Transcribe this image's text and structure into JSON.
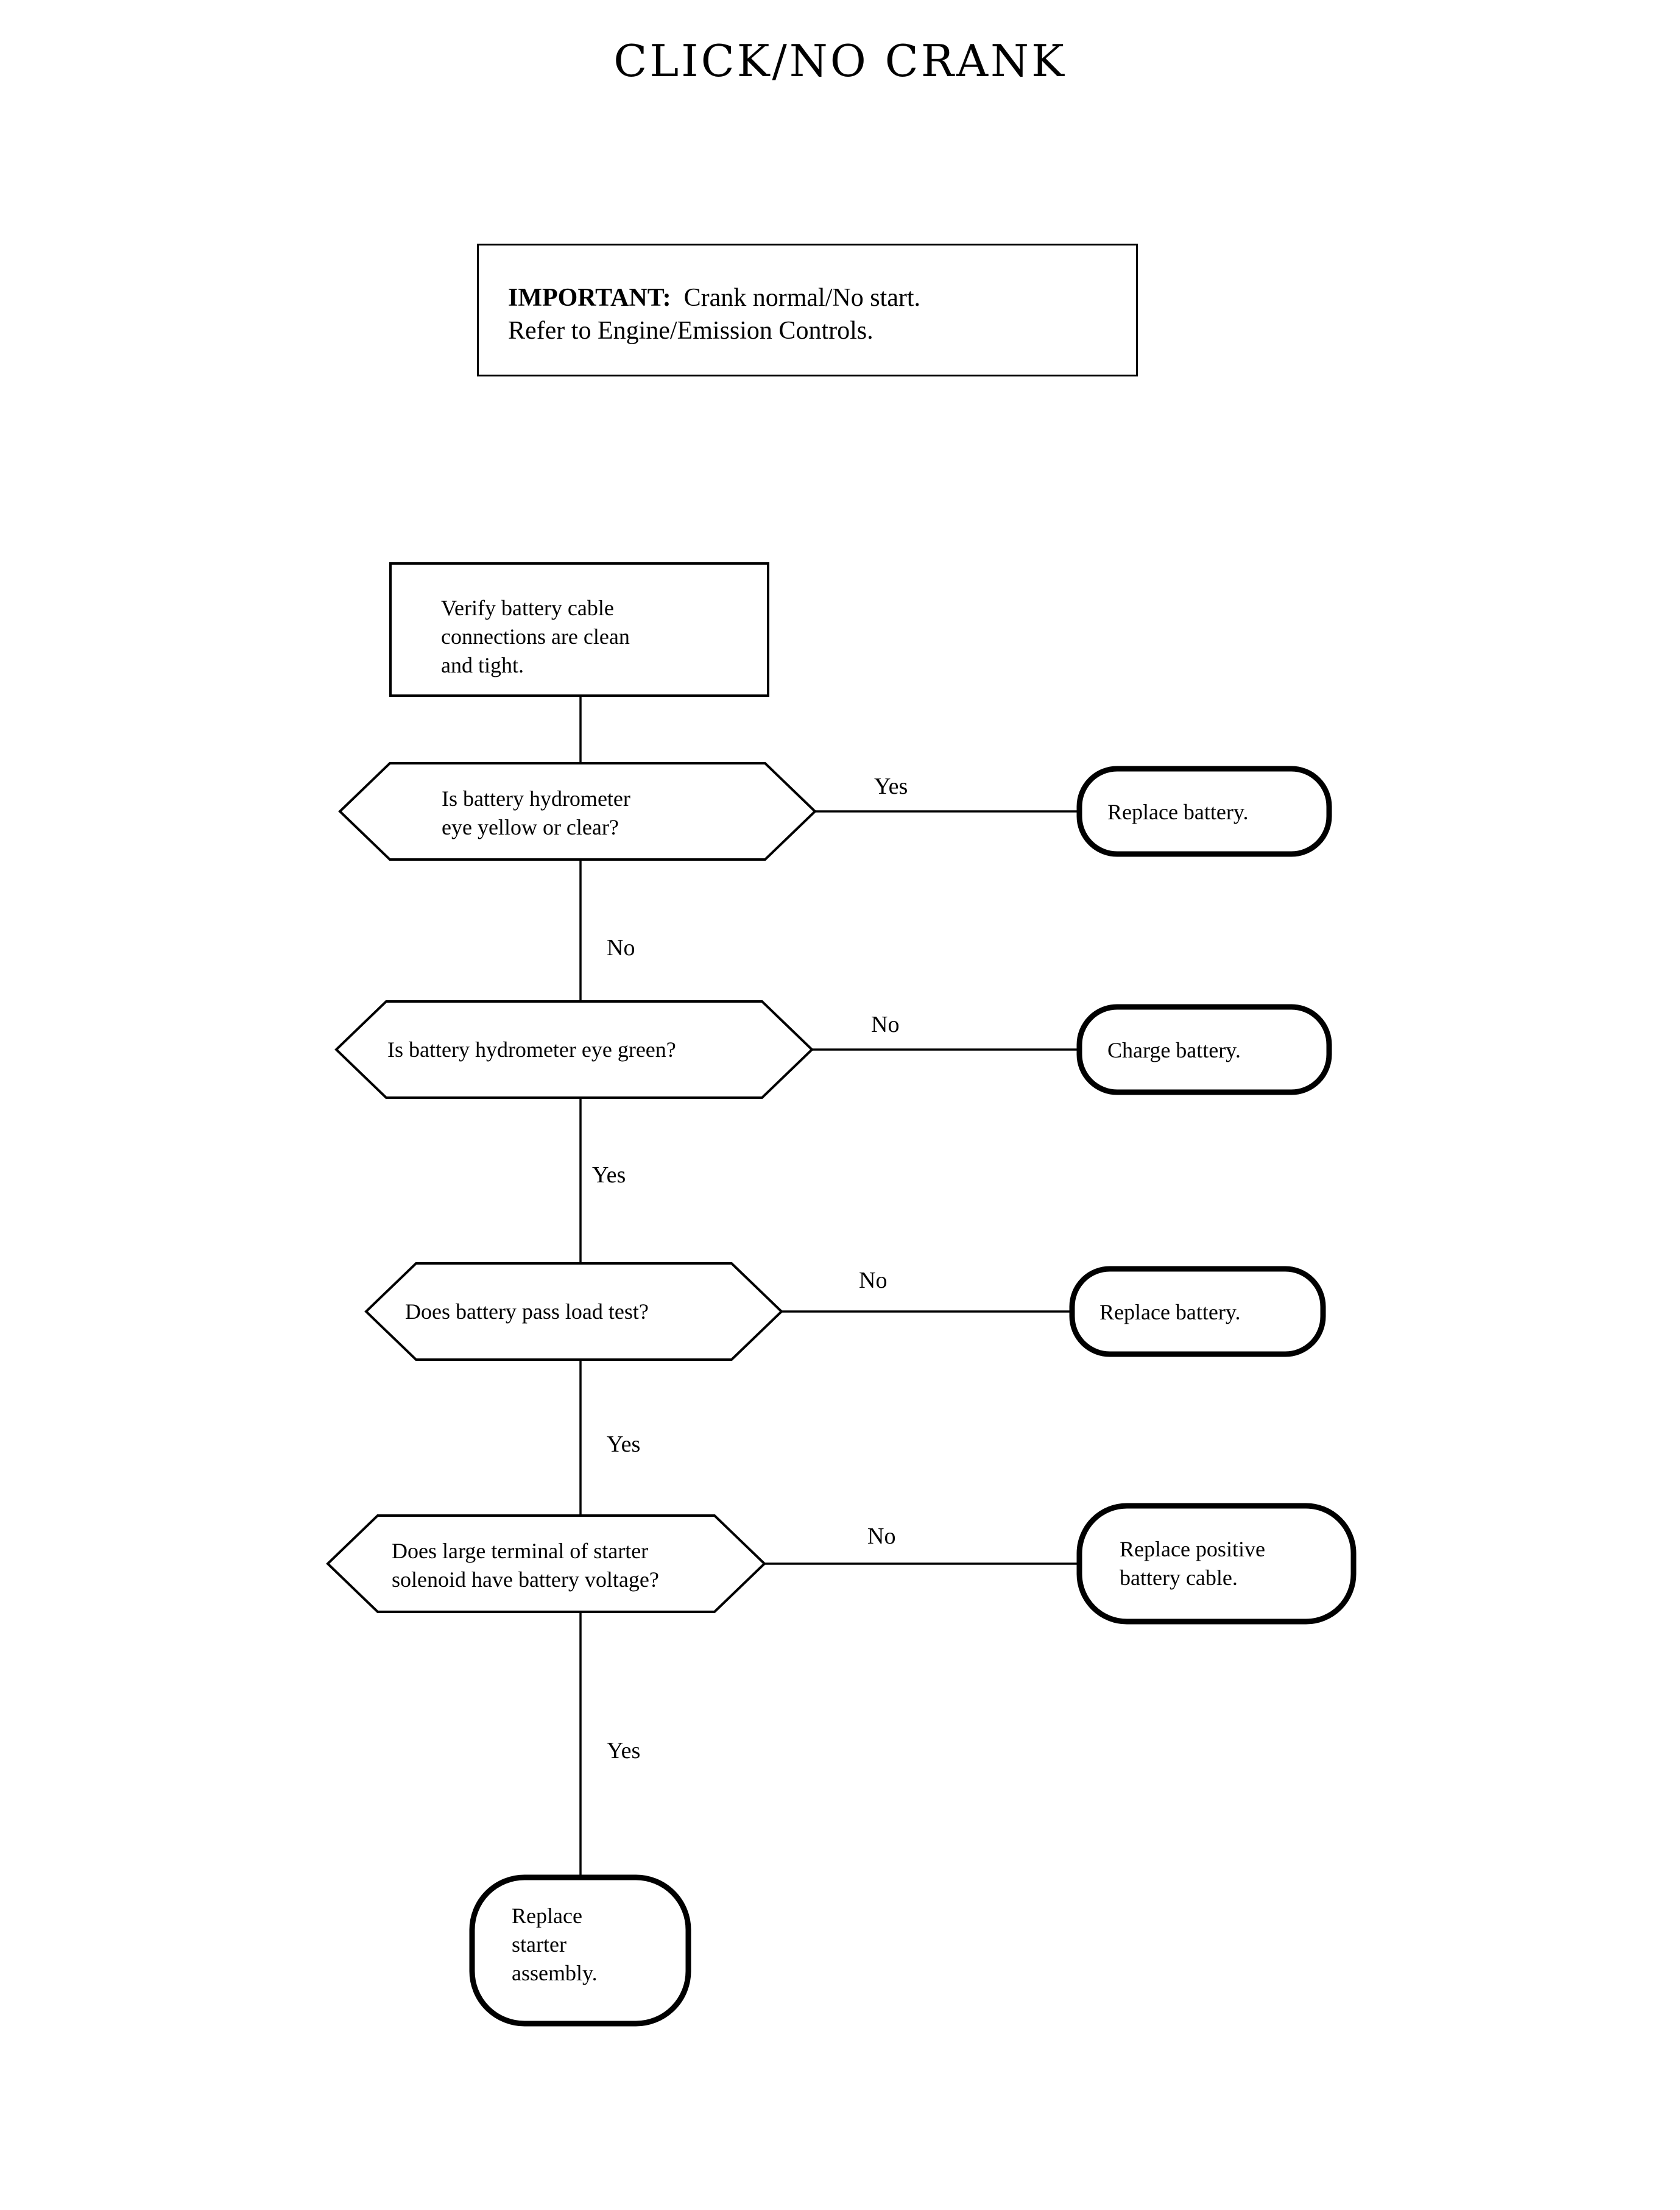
{
  "page": {
    "title": "CLICK/NO CRANK",
    "background": "#ffffff",
    "ink": "#000000"
  },
  "important_note": {
    "label": "IMPORTANT:",
    "line1": "Crank normal/No start.",
    "line2": "Refer to Engine/Emission Controls."
  },
  "chart_data": {
    "type": "diagram",
    "diagram_kind": "flowchart",
    "title": "CLICK/NO CRANK",
    "orientation": "top-to-bottom",
    "nodes": [
      {
        "id": "n1",
        "shape": "process",
        "text": "Verify battery cable\nconnections are clean\nand tight."
      },
      {
        "id": "d1",
        "shape": "decision",
        "text": "Is battery hydrometer\neye yellow or clear?"
      },
      {
        "id": "t1",
        "shape": "terminal",
        "text": "Replace battery."
      },
      {
        "id": "d2",
        "shape": "decision",
        "text": "Is battery hydrometer eye green?"
      },
      {
        "id": "t2",
        "shape": "terminal",
        "text": "Charge battery."
      },
      {
        "id": "d3",
        "shape": "decision",
        "text": "Does battery pass load test?"
      },
      {
        "id": "t3",
        "shape": "terminal",
        "text": "Replace battery."
      },
      {
        "id": "d4",
        "shape": "decision",
        "text": "Does large terminal of starter\nsolenoid have battery voltage?"
      },
      {
        "id": "t4",
        "shape": "terminal",
        "text": "Replace positive\nbattery cable."
      },
      {
        "id": "t5",
        "shape": "terminal",
        "text": "Replace\nstarter\nassembly."
      }
    ],
    "edges": [
      {
        "from": "n1",
        "to": "d1",
        "label": ""
      },
      {
        "from": "d1",
        "to": "t1",
        "label": "Yes"
      },
      {
        "from": "d1",
        "to": "d2",
        "label": "No"
      },
      {
        "from": "d2",
        "to": "t2",
        "label": "No"
      },
      {
        "from": "d2",
        "to": "d3",
        "label": "Yes"
      },
      {
        "from": "d3",
        "to": "t3",
        "label": "No"
      },
      {
        "from": "d3",
        "to": "d4",
        "label": "Yes"
      },
      {
        "from": "d4",
        "to": "t4",
        "label": "No"
      },
      {
        "from": "d4",
        "to": "t5",
        "label": "Yes"
      }
    ]
  },
  "nodes": {
    "process_1": {
      "line1": "Verify battery cable",
      "line2": "connections are clean",
      "line3": "and tight.",
      "text": "Verify battery cable\nconnections are clean\nand tight."
    },
    "decision_1": {
      "text": "Is battery hydrometer\neye yellow or clear?"
    },
    "decision_2": {
      "text": "Is battery hydrometer eye green?"
    },
    "decision_3": {
      "text": "Does battery pass load test?"
    },
    "decision_4": {
      "text": "Does large terminal of starter\nsolenoid have battery voltage?"
    },
    "terminal_1": {
      "text": "Replace battery."
    },
    "terminal_2": {
      "text": "Charge battery."
    },
    "terminal_3": {
      "text": "Replace battery."
    },
    "terminal_4": {
      "text": "Replace positive\nbattery cable."
    },
    "terminal_5": {
      "text": "Replace\nstarter\nassembly."
    }
  },
  "edge_labels": {
    "d1_yes": "Yes",
    "d1_no": "No",
    "d2_no": "No",
    "d2_yes": "Yes",
    "d3_no": "No",
    "d3_yes": "Yes",
    "d4_no": "No",
    "d4_yes": "Yes"
  }
}
